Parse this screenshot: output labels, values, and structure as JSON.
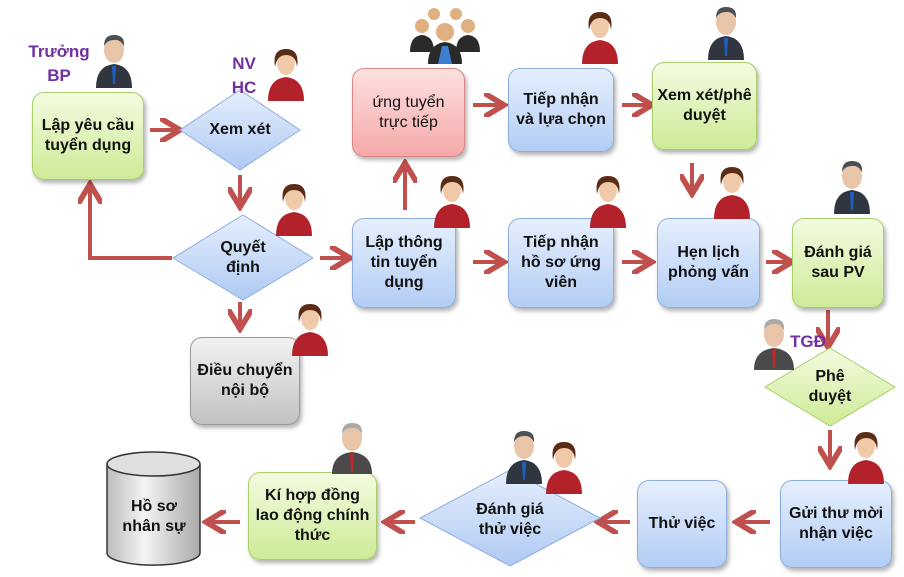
{
  "roles": {
    "truong_bp": "Trưởng BP",
    "nv_hc": "NV HC",
    "tgd": "TGĐ"
  },
  "nodes": {
    "lap_yeu_cau": "Lập yêu cầu tuyển dụng",
    "xem_xet": "Xem xét",
    "quyet_dinh": "Quyết định",
    "dieu_chuyen": "Điều chuyển nội bộ",
    "lap_thong_tin": "Lập thông tin tuyển dụng",
    "ung_tuyen": "ứng tuyển trực tiếp",
    "tiep_nhan_lua_chon": "Tiếp nhận và lựa chọn",
    "xem_xet_phe_duyet": "Xem xét/phê duyệt",
    "tiep_nhan_ho_so": "Tiếp nhận hồ sơ ứng viên",
    "hen_lich": "Hẹn lịch phỏng vấn",
    "danh_gia_pv": "Đánh giá sau PV",
    "phe_duyet": "Phê duyệt",
    "gui_thu": "Gửi thư mời nhận việc",
    "thu_viec": "Thử việc",
    "danh_gia_thu_viec": "Đánh giá thử việc",
    "ki_hop_dong": "Kí hợp đồng lao động chính thức",
    "ho_so": "Hồ sơ nhân sự"
  },
  "colors": {
    "arrow": "#c0504d",
    "role_text": "#7030a0"
  }
}
